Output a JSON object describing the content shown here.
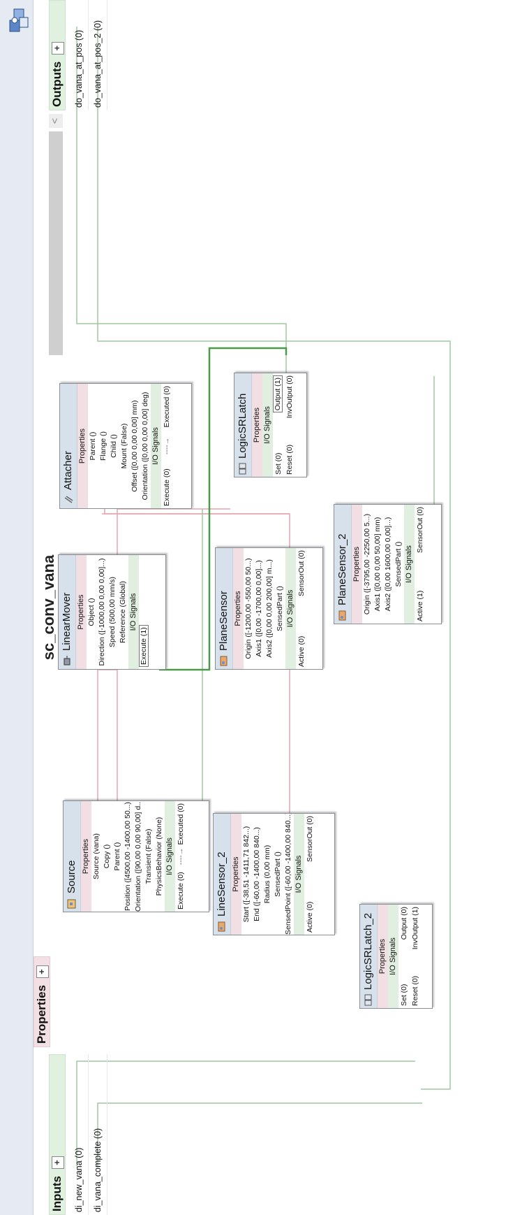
{
  "title": "sc_conv_vana",
  "inputs": {
    "header": "Inputs",
    "add": "+",
    "items": [
      "di_new_vana (0)",
      "di_vana_complete (0)"
    ]
  },
  "properties": {
    "header": "Properties",
    "add": "+"
  },
  "outputs": {
    "header": "Outputs",
    "add": "+",
    "items": [
      "do_vana_at_pos (0)",
      "do_vana_at_pos_2 (0)"
    ],
    "scroll_arrow": "<"
  },
  "icons": {
    "logo": "puzzle-icon",
    "linear_mover": "linear-mover-icon",
    "attacher": "paperclip-icon",
    "source": "source-icon",
    "sensor": "sensor-icon",
    "latch": "latch-icon"
  },
  "colors": {
    "property_link": "#e6a5ad",
    "signal_link": "#9fc89f",
    "active_link": "#4a9a4a",
    "header": "#d7e1ec",
    "props_band": "#f1dfe3",
    "io_band": "#e0efdf"
  },
  "components": {
    "source": {
      "name": "Source",
      "props_label": "Properties",
      "props": [
        "Source (vana)",
        "Copy ()",
        "Parent ()",
        "Position ([4500,00 -1400,00 50...)",
        "Orientation ([90,00 0,00 90,00] d...)",
        "Transient (False)",
        "PhysicsBehavior (None)"
      ],
      "io_label": "I/O Signals",
      "io": [
        {
          "left": "Execute (0)",
          "right": "Executed (0)"
        }
      ]
    },
    "line_sensor_2": {
      "name": "LineSensor_2",
      "props_label": "Properties",
      "props": [
        "Start ([-38,51 -1411,71 842...)",
        "End ([-60,00 -1400,00 840...)",
        "Radius (0,00 mm)",
        "SensedPart ()",
        "SensedPoint ([-60,00 -1400,00 840...)"
      ],
      "io_label": "I/O Signals",
      "io": [
        {
          "left": "Active (0)",
          "right": "SensorOut (0)"
        }
      ]
    },
    "logic_sr_latch_2": {
      "name": "LogicSRLatch_2",
      "props_label": "Properties",
      "io_label": "I/O Signals",
      "io": [
        {
          "left": "Set (0)",
          "right": "Output (0)"
        },
        {
          "left": "Reset (0)",
          "right": "InvOutput (1)"
        }
      ]
    },
    "linear_mover": {
      "name": "LinearMover",
      "props_label": "Properties",
      "props": [
        "Object ()",
        "Direction ([-1000,00 0,00 0,00]...)",
        "Speed (500,00 mm/s)",
        "Reference (Global)"
      ],
      "io_label": "I/O Signals",
      "io": [
        {
          "left": "Execute (1)",
          "right": ""
        }
      ]
    },
    "plane_sensor": {
      "name": "PlaneSensor",
      "props_label": "Properties",
      "props": [
        "Origin ([-1200,00 -550,00 50...)",
        "Axis1 ([0,00 -1700,00 0,00]...)",
        "Axis2 ([0,00 0,00 200,00] m...)",
        "SensedPart ()"
      ],
      "io_label": "I/O Signals",
      "io": [
        {
          "left": "Active (0)",
          "right": "SensorOut (0)"
        }
      ]
    },
    "plane_sensor_2": {
      "name": "PlaneSensor_2",
      "props_label": "Properties",
      "props": [
        "Origin ([-3795,00 -2250,00 5...)",
        "Axis1 ([0,00 0,00 50,00] mm)",
        "Axis2 ([0,00 1600,00 0,00]...)",
        "SensedPart ()"
      ],
      "io_label": "I/O Signals",
      "io": [
        {
          "left": "Active (1)",
          "right": "SensorOut (0)"
        }
      ]
    },
    "attacher": {
      "name": "Attacher",
      "props_label": "Properties",
      "props": [
        "Parent ()",
        "Flange ()",
        "Child ()",
        "Mount (False)",
        "Offset ([0,00 0,00 0,00] mm)",
        "Orientation ([0,00 0,00 0,00] deg)"
      ],
      "io_label": "I/O Signals",
      "io": [
        {
          "left": "Execute (0)",
          "right": "Executed (0)"
        }
      ]
    },
    "logic_sr_latch": {
      "name": "LogicSRLatch",
      "props_label": "Properties",
      "io_label": "I/O Signals",
      "io": [
        {
          "left": "Set (0)",
          "right": "Output (1)"
        },
        {
          "left": "Reset (0)",
          "right": "InvOutput (0)"
        }
      ]
    }
  }
}
